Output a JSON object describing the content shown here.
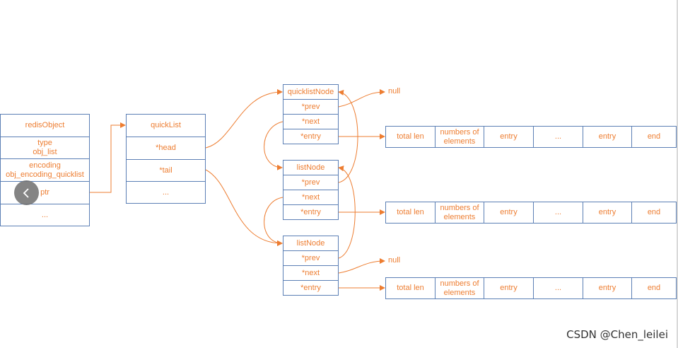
{
  "redisObject": {
    "title": "redisObject",
    "type_line1": "type",
    "type_line2": "obj_list",
    "encoding_line1": "encoding",
    "encoding_line2": "obj_encoding_quicklist",
    "ptr": "ptr",
    "more": "..."
  },
  "quickList": {
    "title": "quickList",
    "head": "*head",
    "tail": "*tail",
    "more": "..."
  },
  "nodes": [
    {
      "title": "quicklistNode",
      "prev": "*prev",
      "next": "*next",
      "entry": "*entry"
    },
    {
      "title": "listNode",
      "prev": "*prev",
      "next": "*next",
      "entry": "*entry"
    },
    {
      "title": "listNode",
      "prev": "*prev",
      "next": "*next",
      "entry": "*entry"
    }
  ],
  "ziplist": {
    "total_len": "total len",
    "num_line1": "numbers of",
    "num_line2": "elements",
    "entry": "entry",
    "ellipsis": "...",
    "end": "end"
  },
  "null_label": "null",
  "watermark": "CSDN @Chen_leilei",
  "colors": {
    "border": "#5b7fb5",
    "accent": "#ed7d31"
  },
  "icons": {
    "nav": "chevron-left-icon"
  }
}
